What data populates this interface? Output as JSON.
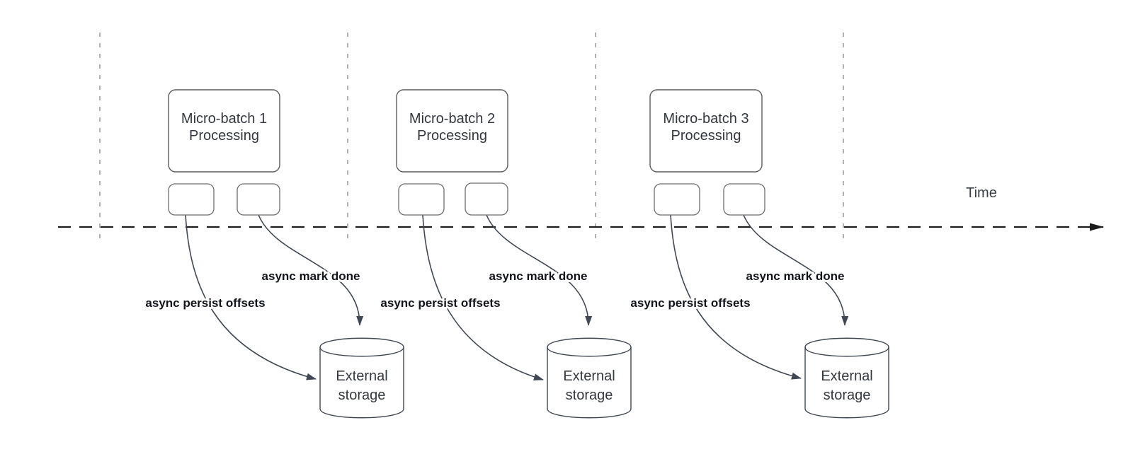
{
  "timeline": {
    "label": "Time"
  },
  "batches": [
    {
      "name": "Micro-batch 1",
      "subtitle": "Processing",
      "persist_label": "async persist offsets",
      "mark_label": "async mark done",
      "storage": {
        "line1": "External",
        "line2": "storage"
      }
    },
    {
      "name": "Micro-batch 2",
      "subtitle": "Processing",
      "persist_label": "async persist offsets",
      "mark_label": "async mark done",
      "storage": {
        "line1": "External",
        "line2": "storage"
      }
    },
    {
      "name": "Micro-batch 3",
      "subtitle": "Processing",
      "persist_label": "async persist offsets",
      "mark_label": "async mark done",
      "storage": {
        "line1": "External",
        "line2": "storage"
      }
    }
  ],
  "colors": {
    "background": "#ffffff",
    "shape_stroke": "#5c5c5c",
    "small_box_stroke": "#6e6e6e",
    "cylinder_stroke": "#3f4854",
    "arrow": "#3f4854",
    "guide_line": "#a9a9a9",
    "timeline": "#1c1c1c",
    "shape_text": "#33383f",
    "arrow_label_text": "#12141c",
    "time_text": "#39404c"
  }
}
